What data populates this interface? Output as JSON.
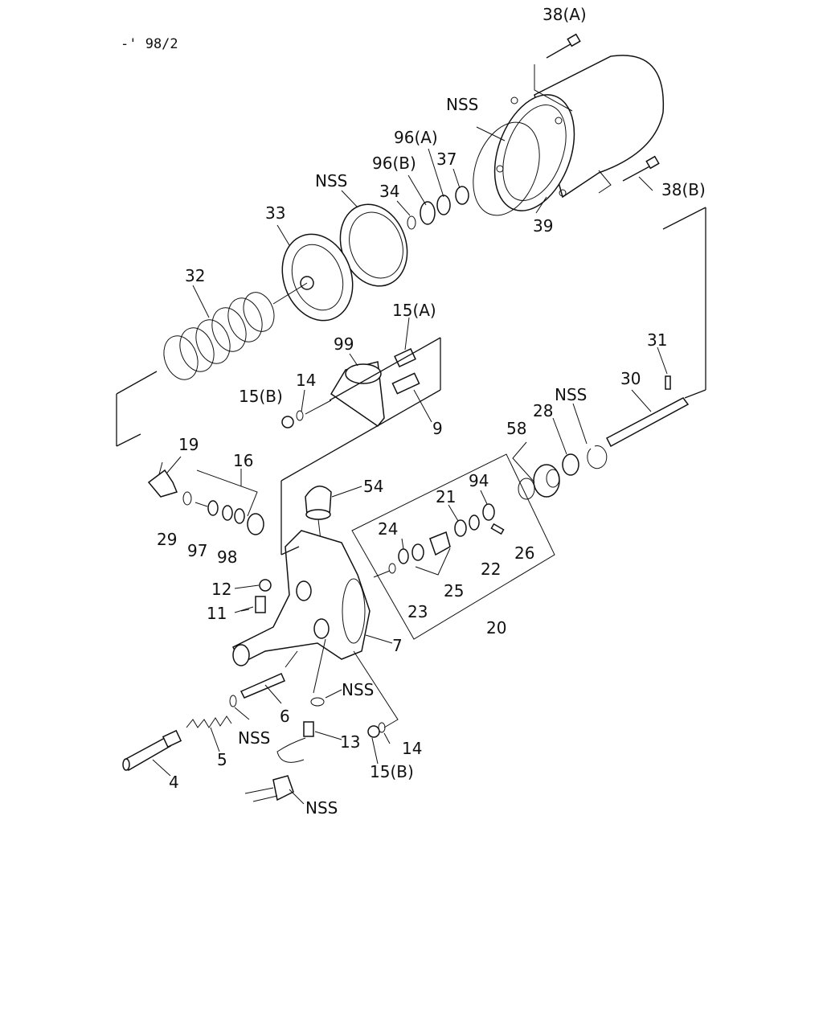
{
  "header": {
    "code": "-' 98/2"
  },
  "labels": {
    "l38a": "38(A)",
    "lnss_top": "NSS",
    "l96a": "96(A)",
    "l96b": "96(B)",
    "l37": "37",
    "lnss2": "NSS",
    "l34": "34",
    "l33": "33",
    "l38b": "38(B)",
    "l39": "39",
    "l32": "32",
    "l15a": "15(A)",
    "l99": "99",
    "l14a": "14",
    "l15b_a": "15(B)",
    "l9": "9",
    "l31": "31",
    "l30": "30",
    "lnss3": "NSS",
    "l28": "28",
    "l58": "58",
    "l19": "19",
    "l16": "16",
    "l54": "54",
    "l94": "94",
    "l21": "21",
    "l24": "24",
    "l29": "29",
    "l97": "97",
    "l98": "98",
    "l26": "26",
    "l22": "22",
    "l12": "12",
    "l25": "25",
    "l23": "23",
    "l11": "11",
    "l20": "20",
    "l7": "7",
    "lnss4": "NSS",
    "l6": "6",
    "lnss5": "NSS",
    "l13": "13",
    "l14b": "14",
    "l5": "5",
    "l15b_b": "15(B)",
    "l4": "4",
    "lnss6": "NSS"
  }
}
